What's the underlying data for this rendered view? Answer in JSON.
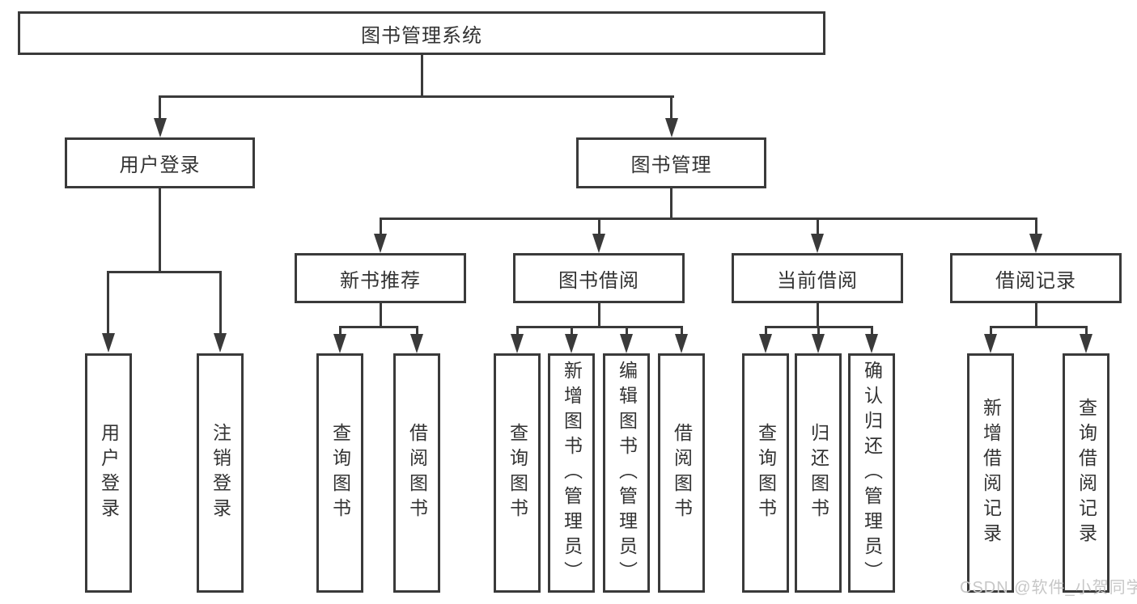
{
  "diagram_type": "hierarchy-tree",
  "tree": {
    "label": "图书管理系统",
    "children": [
      {
        "label": "用户登录",
        "children": [
          {
            "label": "用户登录"
          },
          {
            "label": "注销登录"
          }
        ]
      },
      {
        "label": "图书管理",
        "children": [
          {
            "label": "新书推荐",
            "children": [
              {
                "label": "查询图书"
              },
              {
                "label": "借阅图书"
              }
            ]
          },
          {
            "label": "图书借阅",
            "children": [
              {
                "label": "查询图书"
              },
              {
                "label": "新增图书（管理员）"
              },
              {
                "label": "编辑图书（管理员）"
              },
              {
                "label": "借阅图书"
              }
            ]
          },
          {
            "label": "当前借阅",
            "children": [
              {
                "label": "查询图书"
              },
              {
                "label": "归还图书"
              },
              {
                "label": "确认归还（管理员）"
              }
            ]
          },
          {
            "label": "借阅记录",
            "children": [
              {
                "label": "新增借阅记录"
              },
              {
                "label": "查询借阅记录"
              }
            ]
          }
        ]
      }
    ]
  },
  "watermark": {
    "text": "CSDN @软件_小贺同学"
  },
  "colors": {
    "line": "#3a3a3a",
    "text": "#333333",
    "watermark": "#c7c7c7",
    "background": "#ffffff"
  }
}
